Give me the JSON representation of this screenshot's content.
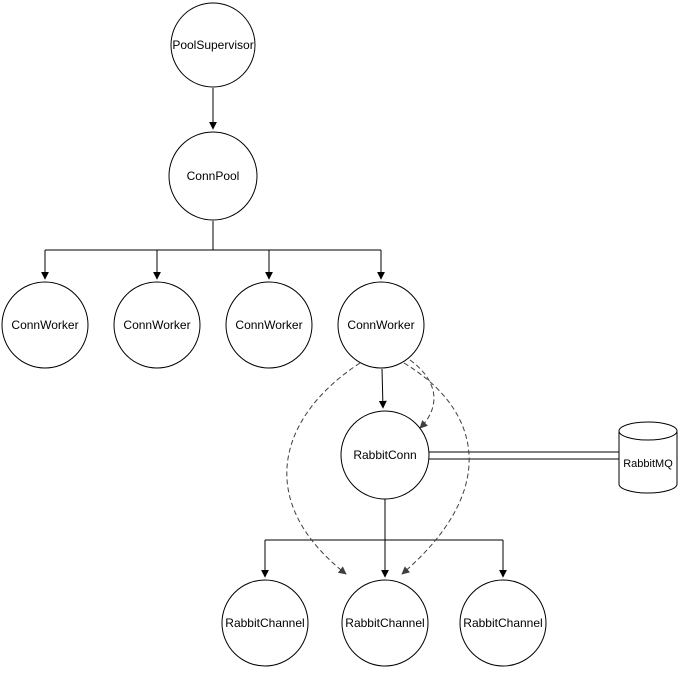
{
  "diagram": {
    "nodes": {
      "pool_supervisor": {
        "label": "PoolSupervisor"
      },
      "conn_pool": {
        "label": "ConnPool"
      },
      "conn_workers": [
        {
          "label": "ConnWorker"
        },
        {
          "label": "ConnWorker"
        },
        {
          "label": "ConnWorker"
        },
        {
          "label": "ConnWorker"
        }
      ],
      "rabbit_conn": {
        "label": "RabbitConn"
      },
      "rabbit_mq": {
        "label": "RabbitMQ"
      },
      "rabbit_channels": [
        {
          "label": "RabbitChannel"
        },
        {
          "label": "RabbitChannel"
        },
        {
          "label": "RabbitChannel"
        }
      ]
    },
    "colors": {
      "stroke": "#000000",
      "background": "#ffffff",
      "dashed_stroke": "#3f3f3f"
    }
  }
}
